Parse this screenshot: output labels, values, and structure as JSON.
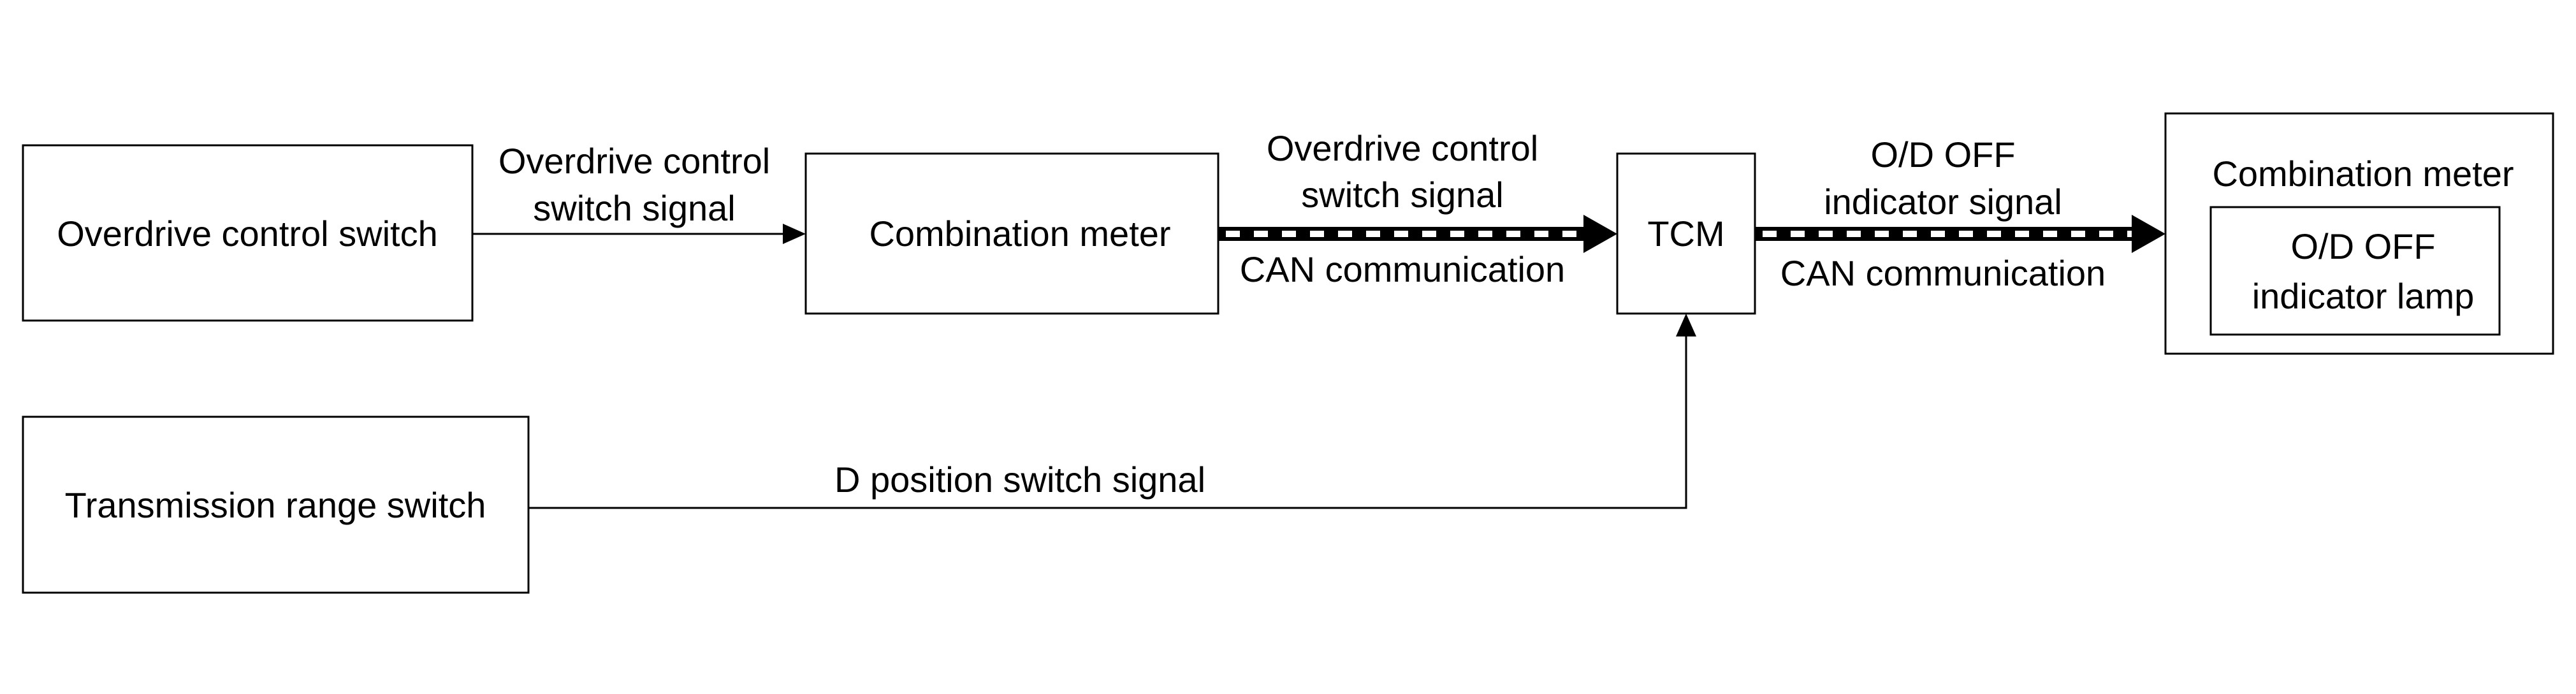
{
  "blocks": {
    "overdrive_switch": "Overdrive control switch",
    "combination_meter_1": "Combination meter",
    "tcm": "TCM",
    "combination_meter_2": "Combination meter",
    "od_off_lamp": [
      "O/D OFF",
      "indicator lamp"
    ],
    "transmission_range_switch": "Transmission range switch"
  },
  "signals": {
    "overdrive_switch_signal": [
      "Overdrive control",
      "switch signal"
    ],
    "overdrive_switch_signal_can": [
      "Overdrive control",
      "switch signal"
    ],
    "can_communication_1": "CAN communication",
    "od_off_indicator_signal": [
      "O/D OFF",
      "indicator signal"
    ],
    "can_communication_2": "CAN communication",
    "d_position_signal": "D position switch signal"
  },
  "colors": {
    "line": "#000000",
    "background": "#ffffff"
  }
}
